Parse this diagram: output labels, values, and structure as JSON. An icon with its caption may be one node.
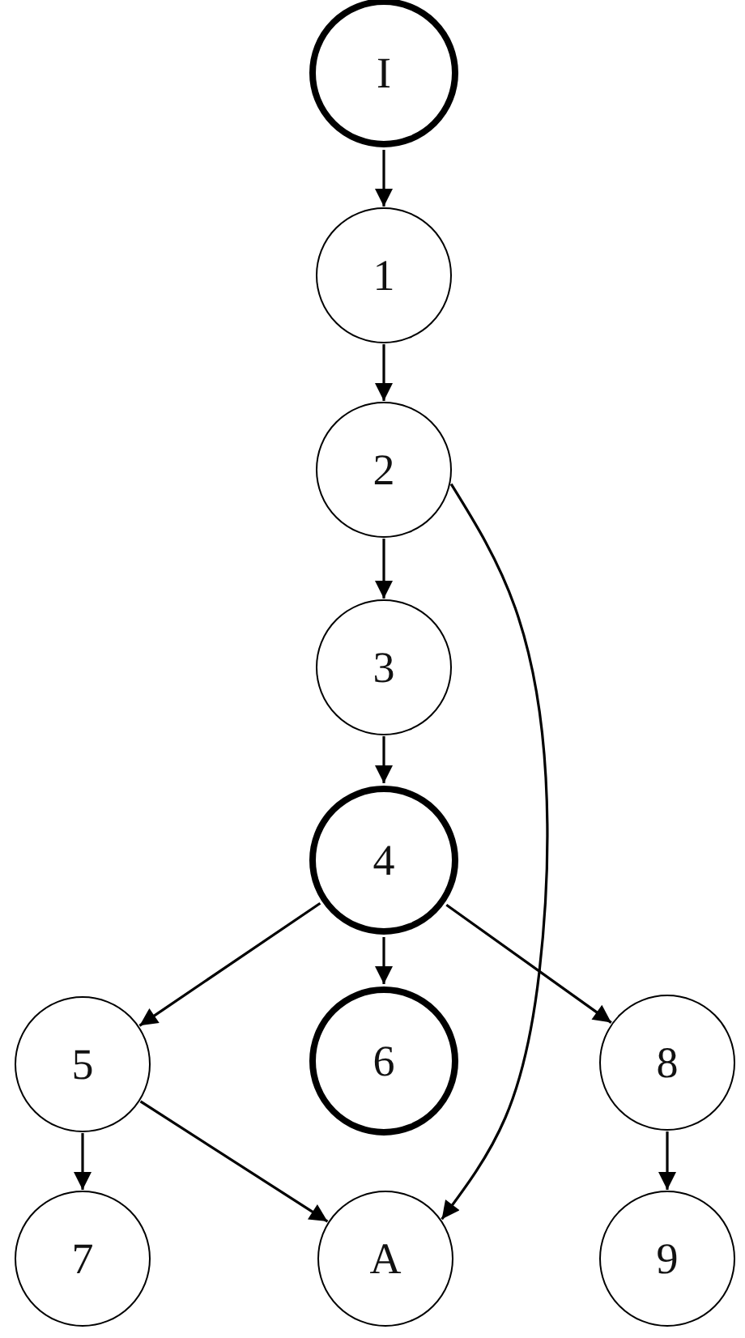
{
  "diagram": {
    "nodes": [
      {
        "text": [
          "I"
        ]
      },
      {
        "text": [
          "1"
        ]
      },
      {
        "text": [
          "2"
        ]
      },
      {
        "text": [
          "3"
        ]
      },
      {
        "text": [
          "4"
        ]
      },
      {
        "text": [
          "5"
        ]
      },
      {
        "text": [
          "6"
        ]
      },
      {
        "text": [
          "8"
        ]
      },
      {
        "text": [
          "7"
        ]
      },
      {
        "text": [
          "A"
        ]
      },
      {
        "text": [
          "9"
        ]
      }
    ],
    "edges": [
      {
        "from": 0,
        "to": 1,
        "arrow": "to"
      },
      {
        "from": 1,
        "to": 2,
        "arrow": "to"
      },
      {
        "from": 2,
        "to": 3,
        "arrow": "to"
      },
      {
        "from": 2,
        "to": 9,
        "arrow": "to"
      },
      {
        "from": 3,
        "to": 4,
        "arrow": "to"
      },
      {
        "from": 4,
        "to": 5,
        "arrow": "to"
      },
      {
        "from": 4,
        "to": 6,
        "arrow": "to"
      },
      {
        "from": 4,
        "to": 7,
        "arrow": "to"
      },
      {
        "from": 5,
        "to": 8,
        "arrow": "to"
      },
      {
        "from": 5,
        "to": 9,
        "arrow": "to"
      },
      {
        "from": 7,
        "to": 10,
        "arrow": "to"
      }
    ]
  }
}
